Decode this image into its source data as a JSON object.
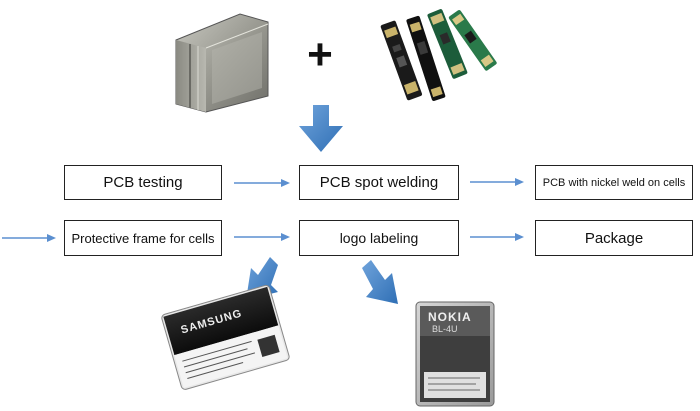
{
  "diagram": {
    "plus_sign": "+",
    "steps": {
      "pcb_testing": "PCB testing",
      "pcb_spot_welding": "PCB spot welding",
      "pcb_nickel_weld": "PCB with nickel weld on cells",
      "protective_frame": "Protective frame for cells",
      "logo_labeling": "logo labeling",
      "package": "Package"
    },
    "images": {
      "cells": "battery-cells-image",
      "pcbs": "pcb-boards-image",
      "samsung_battery": "samsung-battery-image",
      "nokia_battery": "nokia-battery-image"
    },
    "battery_labels": {
      "samsung": "SAMSUNG",
      "nokia_brand": "NOKIA",
      "nokia_model": "BL-4U"
    },
    "colors": {
      "arrow_blue": "#4a86c6",
      "thin_arrow": "#5b8fd0",
      "box_border": "#222222"
    }
  }
}
